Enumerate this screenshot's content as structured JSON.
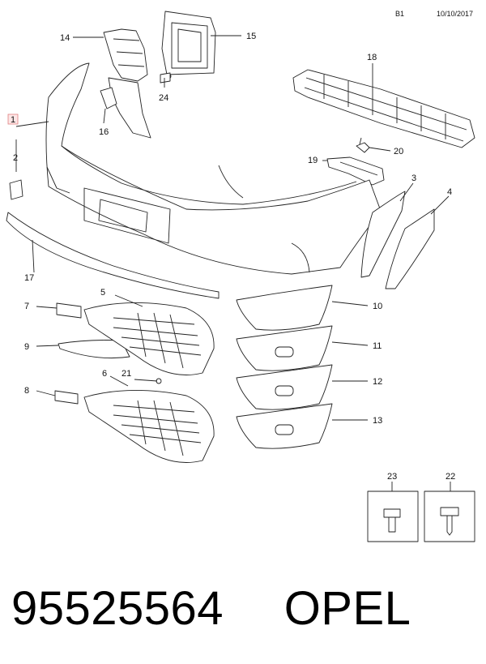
{
  "header": {
    "code": "B1",
    "date": "10/10/2017"
  },
  "callouts": {
    "c1": "1",
    "c2": "2",
    "c3": "3",
    "c4": "4",
    "c5": "5",
    "c6": "6",
    "c7": "7",
    "c8": "8",
    "c9": "9",
    "c10": "10",
    "c11": "11",
    "c12": "12",
    "c13": "13",
    "c14": "14",
    "c15": "15",
    "c16": "16",
    "c17": "17",
    "c18": "18",
    "c19": "19",
    "c20": "20",
    "c21": "21",
    "c22": "22",
    "c23": "23",
    "c24": "24"
  },
  "footer": {
    "part_number": "95525564",
    "brand": "OPEL"
  }
}
